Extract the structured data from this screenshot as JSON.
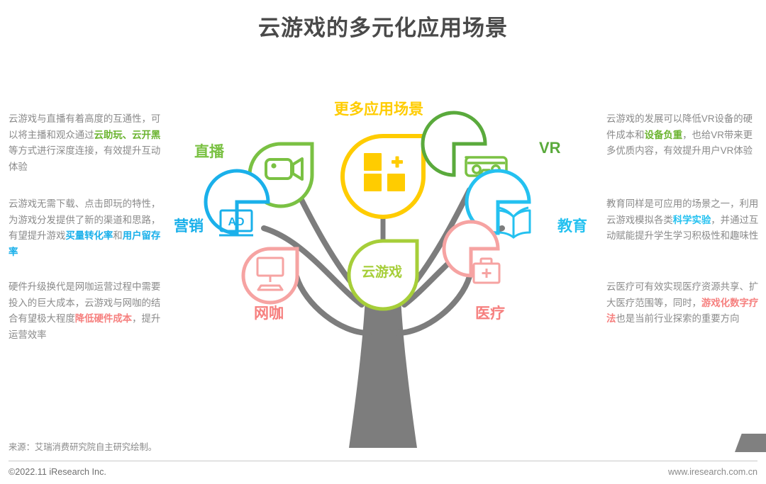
{
  "page": {
    "title": "云游戏的多元化应用场景",
    "background": "#ffffff"
  },
  "colors": {
    "title": "#4a4a4a",
    "body_text": "#8a8a8a",
    "trunk": "#7d7d7d",
    "green": "#6ab32e",
    "light_green": "#a6ce39",
    "yellow": "#ffcc00",
    "blue": "#1ab0ea",
    "cyan": "#24c1f0",
    "pink": "#f6807f"
  },
  "left_blocks": [
    {
      "id": "live-streaming-note",
      "segments": [
        {
          "text": "云游戏与直播有着高度的互通性，可以将主播和观众通过",
          "style": "normal"
        },
        {
          "text": "云助玩、云开黑",
          "style": "green"
        },
        {
          "text": "等方式进行深度连接，有效提升互动体验",
          "style": "normal"
        }
      ]
    },
    {
      "id": "marketing-note",
      "segments": [
        {
          "text": "云游戏无需下载、点击即玩的特性，为游戏分发提供了新的渠道和思路，有望提升游戏",
          "style": "normal"
        },
        {
          "text": "买量转化率",
          "style": "blue"
        },
        {
          "text": "和",
          "style": "normal"
        },
        {
          "text": "用户留存率",
          "style": "blue"
        }
      ]
    },
    {
      "id": "internet-cafe-note",
      "segments": [
        {
          "text": "硬件升级换代是网咖运营过程中需要投入的巨大成本，云游戏与网咖的结合有望极大程度",
          "style": "normal"
        },
        {
          "text": "降低硬件成本",
          "style": "pink"
        },
        {
          "text": "，提升运营效率",
          "style": "normal"
        }
      ]
    }
  ],
  "right_blocks": [
    {
      "id": "vr-note",
      "segments": [
        {
          "text": "云游戏的发展可以降低VR设备的硬件成本和",
          "style": "normal"
        },
        {
          "text": "设备负重",
          "style": "green"
        },
        {
          "text": "，也给VR带来更多优质内容，有效提升用户VR体验",
          "style": "normal"
        }
      ]
    },
    {
      "id": "education-note",
      "segments": [
        {
          "text": "教育同样是可应用的场景之一，利用云游戏模拟各类",
          "style": "normal"
        },
        {
          "text": "科学实验",
          "style": "cyan"
        },
        {
          "text": "，并通过互动赋能提升学生学习积极性和趣味性",
          "style": "normal"
        }
      ]
    },
    {
      "id": "medical-note",
      "segments": [
        {
          "text": "云医疗可有效实现医疗资源共享、扩大医疗范围等，同时，",
          "style": "normal"
        },
        {
          "text": "游戏化数字疗法",
          "style": "pink"
        },
        {
          "text": "也是当前行业探索的重要方向",
          "style": "normal"
        }
      ]
    }
  ],
  "tree": {
    "center_node": {
      "label": "云游戏",
      "color": "#a6ce39",
      "icon": "none"
    },
    "nodes": [
      {
        "id": "more-scenarios",
        "label": "更多应用场景",
        "color": "#ffcc00",
        "icon": "grid-plus-icon",
        "label_position": "above"
      },
      {
        "id": "live-streaming",
        "label": "直播",
        "color": "#7ac143",
        "icon": "video-camera-icon",
        "label_position": "left"
      },
      {
        "id": "marketing",
        "label": "营销",
        "color": "#1ab0ea",
        "icon": "ad-screen-icon",
        "label_position": "left"
      },
      {
        "id": "internet-cafe",
        "label": "网咖",
        "color": "#f6807f",
        "icon": "desktop-monitor-icon",
        "label_position": "below"
      },
      {
        "id": "vr",
        "label": "VR",
        "color": "#5aaa3c",
        "icon": "vr-goggles-icon",
        "label_position": "right"
      },
      {
        "id": "education",
        "label": "教育",
        "color": "#24c1f0",
        "icon": "open-book-icon",
        "label_position": "right"
      },
      {
        "id": "medical",
        "label": "医疗",
        "color": "#f6807f",
        "icon": "medical-kit-icon",
        "label_position": "below"
      }
    ]
  },
  "footer": {
    "source": "来源：艾瑞消费研究院自主研究绘制。",
    "copyright": "©2022.11 iResearch Inc.",
    "website": "www.iresearch.com.cn"
  }
}
